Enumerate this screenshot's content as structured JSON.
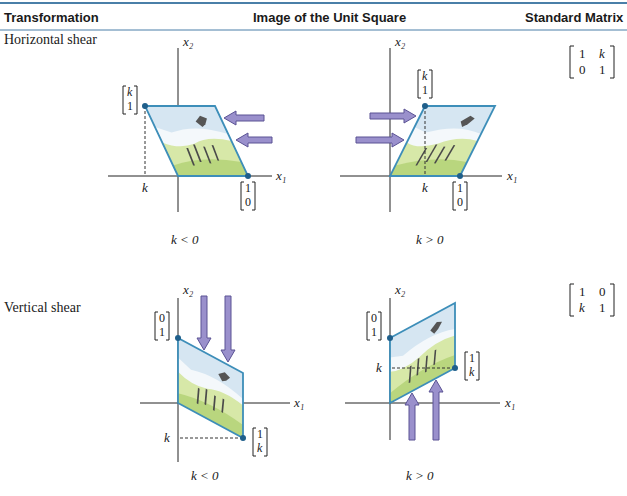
{
  "diagram": {
    "labels": [
      "Transformation",
      "Image of the Unit Square",
      "Standard Matrix",
      "Horizontal shear",
      "x₂",
      "x₁",
      "k",
      "1",
      "1",
      "0",
      "k",
      "k < 0",
      "x₂",
      "x₁",
      "k",
      "1",
      "1",
      "0",
      "k",
      "k > 0",
      "1",
      "k",
      "0",
      "1",
      "Vertical shear",
      "x₂",
      "x₁",
      "0",
      "1",
      "1",
      "k",
      "k",
      "k < 0",
      "x₂",
      "x₁",
      "0",
      "1",
      "1",
      "k",
      "k",
      "k > 0",
      "1",
      "0",
      "k",
      "1"
    ]
  }
}
